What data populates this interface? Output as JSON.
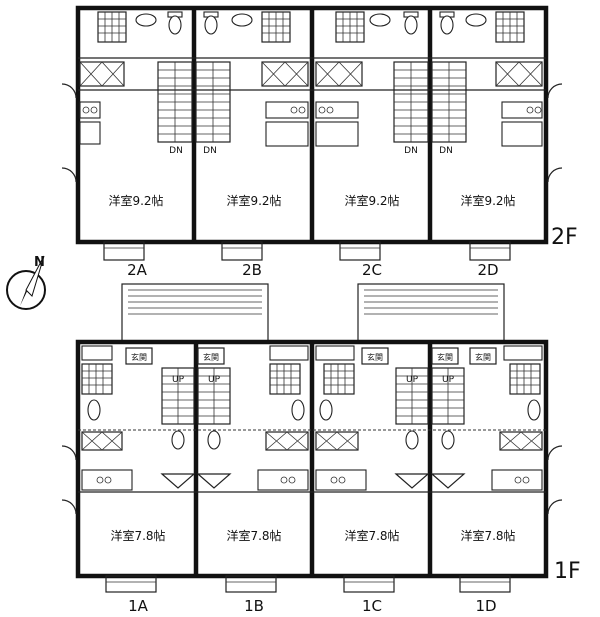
{
  "floors": [
    {
      "label": "2F",
      "room_label": "洋室9.2帖",
      "stair_label": "DN",
      "units": [
        "2A",
        "2B",
        "2C",
        "2D"
      ]
    },
    {
      "label": "1F",
      "room_label": "洋室7.8帖",
      "stair_label": "UP",
      "entrance_label": "玄関",
      "units": [
        "1A",
        "1B",
        "1C",
        "1D"
      ]
    }
  ],
  "compass": {
    "label": "N"
  }
}
